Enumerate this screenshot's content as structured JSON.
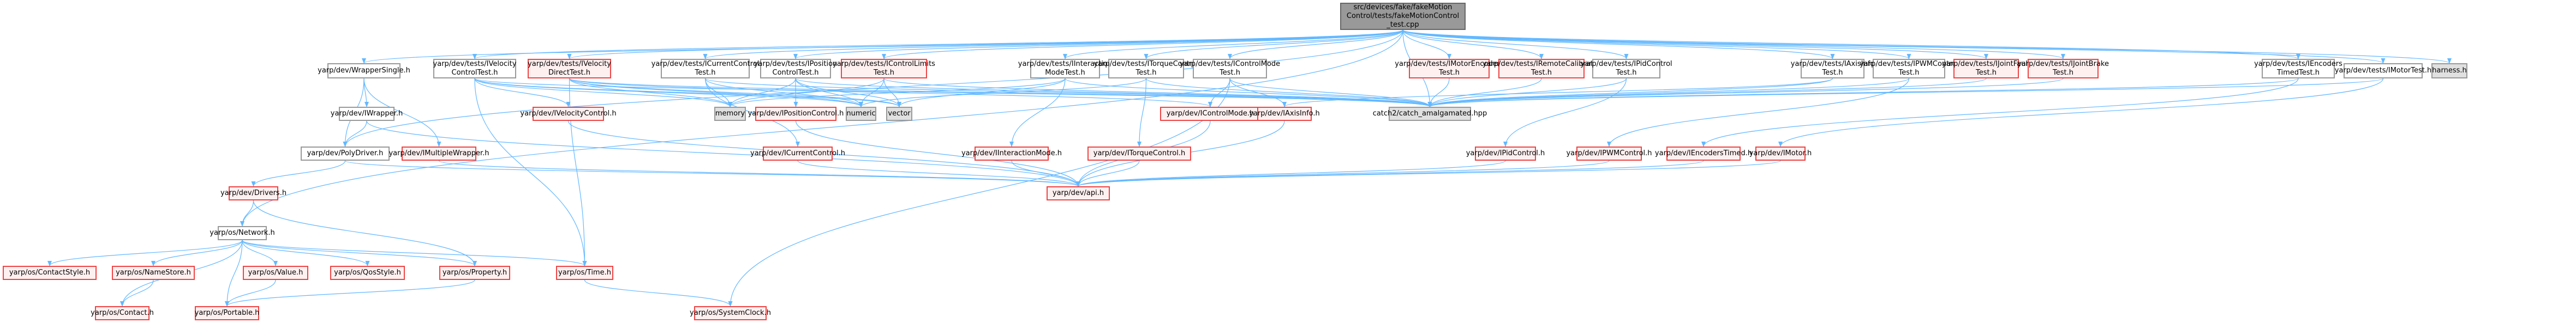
{
  "graph": {
    "title": "Include dependency graph for fakeMotionControl_test.cpp",
    "edge_color": "#63b8ff",
    "colors": {
      "root_fill": "#999999",
      "red_border": "#ee4444",
      "red_fill": "#fff0f0",
      "sys_fill": "#e0e0e0",
      "plain_border": "#999999"
    },
    "nodes": [
      {
        "id": "root",
        "label": "src/devices/fake/fakeMotion\nControl/tests/fakeMotionControl\n_test.cpp",
        "style": "root"
      },
      {
        "id": "wrapsingle",
        "label": "yarp/dev/WrapperSingle.h",
        "style": "plain"
      },
      {
        "id": "velctrltest",
        "label": "yarp/dev/tests/IVelocity\nControlTest.h",
        "style": "plain"
      },
      {
        "id": "veldirtest",
        "label": "yarp/dev/tests/IVelocity\nDirectTest.h",
        "style": "red"
      },
      {
        "id": "curtest",
        "label": "yarp/dev/tests/ICurrentControl\nTest.h",
        "style": "plain"
      },
      {
        "id": "postest",
        "label": "yarp/dev/tests/IPosition\nControlTest.h",
        "style": "plain"
      },
      {
        "id": "limtest",
        "label": "yarp/dev/tests/IControlLimits\nTest.h",
        "style": "red"
      },
      {
        "id": "inttest",
        "label": "yarp/dev/tests/IInteraction\nModeTest.h",
        "style": "plain"
      },
      {
        "id": "torqtest",
        "label": "yarp/dev/tests/ITorqueControl\nTest.h",
        "style": "plain"
      },
      {
        "id": "cmtest",
        "label": "yarp/dev/tests/IControlMode\nTest.h",
        "style": "plain"
      },
      {
        "id": "motenctest",
        "label": "yarp/dev/tests/IMotorEncoders\nTest.h",
        "style": "red"
      },
      {
        "id": "remcaltest",
        "label": "yarp/dev/tests/IRemoteCalibrator\nTest.h",
        "style": "red"
      },
      {
        "id": "pidtest",
        "label": "yarp/dev/tests/IPidControl\nTest.h",
        "style": "plain"
      },
      {
        "id": "axistest",
        "label": "yarp/dev/tests/IAxisInfo\nTest.h",
        "style": "plain"
      },
      {
        "id": "pwmtest",
        "label": "yarp/dev/tests/IPWMControl\nTest.h",
        "style": "plain"
      },
      {
        "id": "faulttest",
        "label": "yarp/dev/tests/IJointFault\nTest.h",
        "style": "red"
      },
      {
        "id": "braketest",
        "label": "yarp/dev/tests/IJointBrake\nTest.h",
        "style": "red"
      },
      {
        "id": "enctimedtest",
        "label": "yarp/dev/tests/IEncoders\nTimedTest.h",
        "style": "plain"
      },
      {
        "id": "motortest",
        "label": "yarp/dev/tests/IMotorTest.h",
        "style": "plain"
      },
      {
        "id": "harness",
        "label": "harness.h",
        "style": "sys"
      },
      {
        "id": "iwrapper",
        "label": "yarp/dev/IWrapper.h",
        "style": "plain"
      },
      {
        "id": "ivelctrl",
        "label": "yarp/dev/IVelocityControl.h",
        "style": "red"
      },
      {
        "id": "memory",
        "label": "memory",
        "style": "sys"
      },
      {
        "id": "iposctrl",
        "label": "yarp/dev/IPositionControl.h",
        "style": "red"
      },
      {
        "id": "numeric",
        "label": "numeric",
        "style": "sys"
      },
      {
        "id": "vector",
        "label": "vector",
        "style": "sys"
      },
      {
        "id": "icm",
        "label": "yarp/dev/IControlMode.h",
        "style": "red"
      },
      {
        "id": "iaxis",
        "label": "yarp/dev/IAxisInfo.h",
        "style": "red"
      },
      {
        "id": "catch",
        "label": "catch2/catch_amalgamated.hpp",
        "style": "sys"
      },
      {
        "id": "polydriver",
        "label": "yarp/dev/PolyDriver.h",
        "style": "plain"
      },
      {
        "id": "imultwrap",
        "label": "yarp/dev/IMultipleWrapper.h",
        "style": "red"
      },
      {
        "id": "icurctrl",
        "label": "yarp/dev/ICurrentControl.h",
        "style": "red"
      },
      {
        "id": "iintmode",
        "label": "yarp/dev/IInteractionMode.h",
        "style": "red"
      },
      {
        "id": "itorq",
        "label": "yarp/dev/ITorqueControl.h",
        "style": "red"
      },
      {
        "id": "ipid",
        "label": "yarp/dev/IPidControl.h",
        "style": "red"
      },
      {
        "id": "ipwm",
        "label": "yarp/dev/IPWMControl.h",
        "style": "red"
      },
      {
        "id": "ienctimed",
        "label": "yarp/dev/IEncodersTimed.h",
        "style": "red"
      },
      {
        "id": "imotor",
        "label": "yarp/dev/IMotor.h",
        "style": "red"
      },
      {
        "id": "drivers",
        "label": "yarp/dev/Drivers.h",
        "style": "red"
      },
      {
        "id": "api",
        "label": "yarp/dev/api.h",
        "style": "red"
      },
      {
        "id": "network",
        "label": "yarp/os/Network.h",
        "style": "plain"
      },
      {
        "id": "contactstyle",
        "label": "yarp/os/ContactStyle.h",
        "style": "red"
      },
      {
        "id": "namestore",
        "label": "yarp/os/NameStore.h",
        "style": "red"
      },
      {
        "id": "value",
        "label": "yarp/os/Value.h",
        "style": "red"
      },
      {
        "id": "qosstyle",
        "label": "yarp/os/QosStyle.h",
        "style": "red"
      },
      {
        "id": "property",
        "label": "yarp/os/Property.h",
        "style": "red"
      },
      {
        "id": "time",
        "label": "yarp/os/Time.h",
        "style": "red"
      },
      {
        "id": "contact",
        "label": "yarp/os/Contact.h",
        "style": "red"
      },
      {
        "id": "portable",
        "label": "yarp/os/Portable.h",
        "style": "red"
      },
      {
        "id": "sysclock",
        "label": "yarp/os/SystemClock.h",
        "style": "red"
      }
    ],
    "edges": [
      [
        "root",
        "wrapsingle"
      ],
      [
        "root",
        "velctrltest"
      ],
      [
        "root",
        "veldirtest"
      ],
      [
        "root",
        "curtest"
      ],
      [
        "root",
        "postest"
      ],
      [
        "root",
        "limtest"
      ],
      [
        "root",
        "inttest"
      ],
      [
        "root",
        "torqtest"
      ],
      [
        "root",
        "cmtest"
      ],
      [
        "root",
        "motenctest"
      ],
      [
        "root",
        "remcaltest"
      ],
      [
        "root",
        "pidtest"
      ],
      [
        "root",
        "axistest"
      ],
      [
        "root",
        "pwmtest"
      ],
      [
        "root",
        "faulttest"
      ],
      [
        "root",
        "braketest"
      ],
      [
        "root",
        "enctimedtest"
      ],
      [
        "root",
        "motortest"
      ],
      [
        "root",
        "harness"
      ],
      [
        "root",
        "polydriver"
      ],
      [
        "root",
        "network"
      ],
      [
        "root",
        "catch"
      ],
      [
        "wrapsingle",
        "iwrapper"
      ],
      [
        "wrapsingle",
        "polydriver"
      ],
      [
        "wrapsingle",
        "imultwrap"
      ],
      [
        "iwrapper",
        "polydriver"
      ],
      [
        "iwrapper",
        "api"
      ],
      [
        "velctrltest",
        "memory"
      ],
      [
        "velctrltest",
        "numeric"
      ],
      [
        "velctrltest",
        "vector"
      ],
      [
        "velctrltest",
        "catch"
      ],
      [
        "velctrltest",
        "ivelctrl"
      ],
      [
        "velctrltest",
        "time"
      ],
      [
        "veldirtest",
        "memory"
      ],
      [
        "veldirtest",
        "numeric"
      ],
      [
        "veldirtest",
        "vector"
      ],
      [
        "veldirtest",
        "catch"
      ],
      [
        "veldirtest",
        "icm"
      ],
      [
        "veldirtest",
        "time"
      ],
      [
        "curtest",
        "icurctrl"
      ],
      [
        "curtest",
        "memory"
      ],
      [
        "curtest",
        "numeric"
      ],
      [
        "curtest",
        "catch"
      ],
      [
        "postest",
        "iposctrl"
      ],
      [
        "postest",
        "memory"
      ],
      [
        "postest",
        "numeric"
      ],
      [
        "postest",
        "vector"
      ],
      [
        "postest",
        "catch"
      ],
      [
        "limtest",
        "memory"
      ],
      [
        "limtest",
        "numeric"
      ],
      [
        "limtest",
        "vector"
      ],
      [
        "limtest",
        "catch"
      ],
      [
        "inttest",
        "iintmode"
      ],
      [
        "inttest",
        "memory"
      ],
      [
        "inttest",
        "vector"
      ],
      [
        "inttest",
        "catch"
      ],
      [
        "torqtest",
        "itorq"
      ],
      [
        "torqtest",
        "numeric"
      ],
      [
        "torqtest",
        "catch"
      ],
      [
        "cmtest",
        "icm"
      ],
      [
        "cmtest",
        "iaxis"
      ],
      [
        "cmtest",
        "catch"
      ],
      [
        "cmtest",
        "sysclock"
      ],
      [
        "motenctest",
        "catch"
      ],
      [
        "remcaltest",
        "catch"
      ],
      [
        "pidtest",
        "ipid"
      ],
      [
        "pidtest",
        "catch"
      ],
      [
        "axistest",
        "iaxis"
      ],
      [
        "axistest",
        "catch"
      ],
      [
        "pwmtest",
        "ipwm"
      ],
      [
        "pwmtest",
        "catch"
      ],
      [
        "faulttest",
        "catch"
      ],
      [
        "braketest",
        "catch"
      ],
      [
        "enctimedtest",
        "ienctimed"
      ],
      [
        "enctimedtest",
        "catch"
      ],
      [
        "motortest",
        "imotor"
      ],
      [
        "motortest",
        "catch"
      ],
      [
        "ivelctrl",
        "api"
      ],
      [
        "iposctrl",
        "api"
      ],
      [
        "icm",
        "api"
      ],
      [
        "iaxis",
        "api"
      ],
      [
        "imultwrap",
        "api"
      ],
      [
        "icurctrl",
        "api"
      ],
      [
        "iintmode",
        "api"
      ],
      [
        "itorq",
        "api"
      ],
      [
        "ipid",
        "api"
      ],
      [
        "ipwm",
        "api"
      ],
      [
        "ienctimed",
        "api"
      ],
      [
        "imotor",
        "api"
      ],
      [
        "polydriver",
        "drivers"
      ],
      [
        "polydriver",
        "api"
      ],
      [
        "drivers",
        "network"
      ],
      [
        "drivers",
        "property"
      ],
      [
        "network",
        "contactstyle"
      ],
      [
        "network",
        "namestore"
      ],
      [
        "network",
        "value"
      ],
      [
        "network",
        "qosstyle"
      ],
      [
        "network",
        "property"
      ],
      [
        "network",
        "contact"
      ],
      [
        "network",
        "portable"
      ],
      [
        "network",
        "time"
      ],
      [
        "namestore",
        "contact"
      ],
      [
        "value",
        "portable"
      ],
      [
        "property",
        "portable"
      ],
      [
        "time",
        "sysclock"
      ]
    ]
  }
}
